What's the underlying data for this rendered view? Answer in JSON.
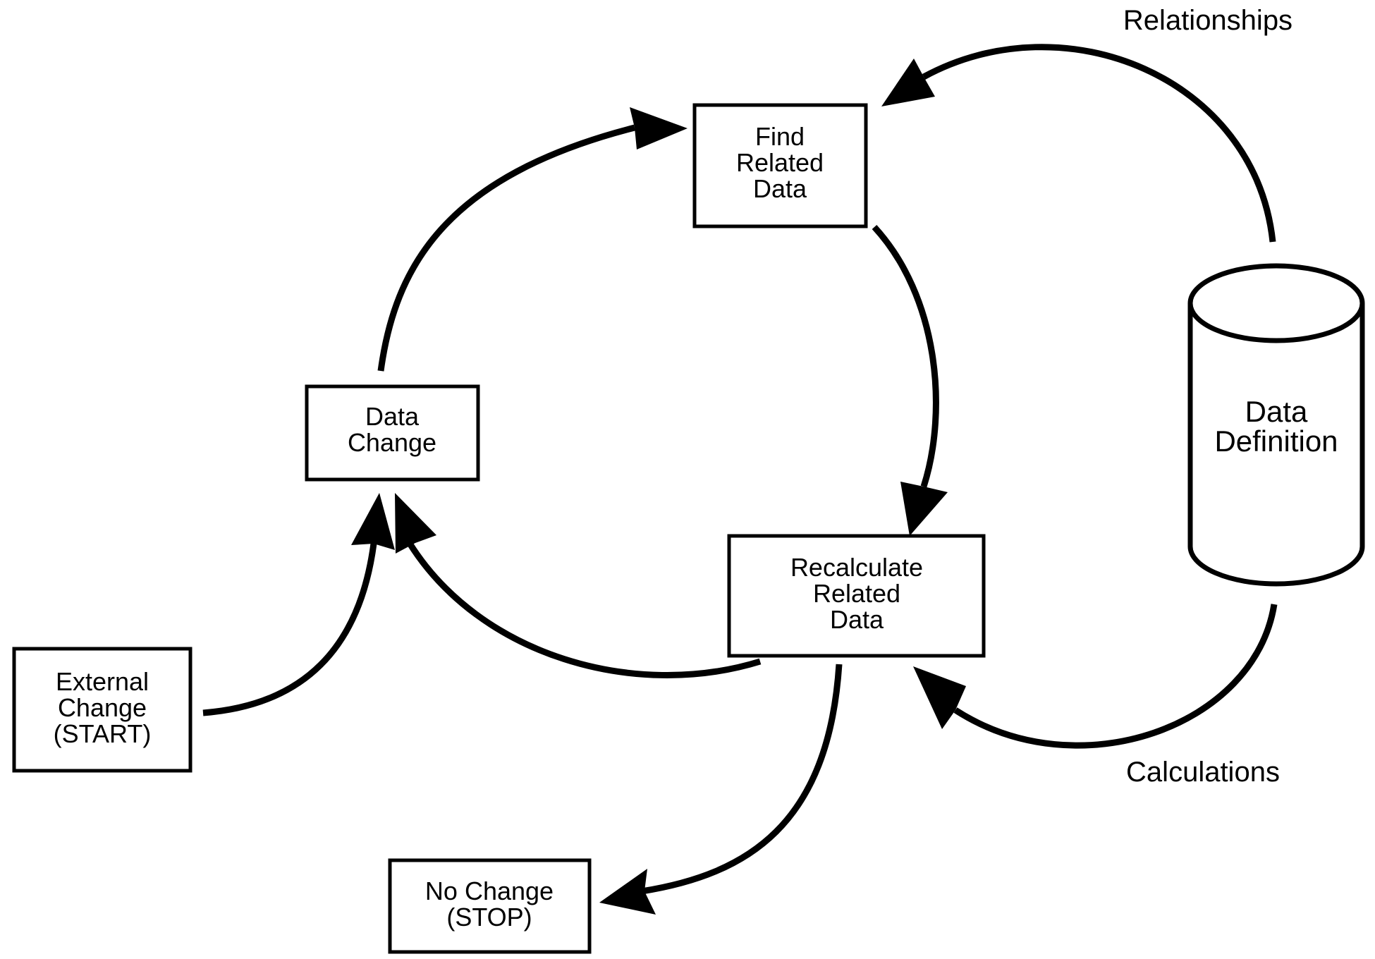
{
  "nodes": {
    "find_related": {
      "lines": [
        "Find",
        "Related",
        "Data"
      ]
    },
    "data_change": {
      "lines": [
        "Data",
        "Change"
      ]
    },
    "recalculate": {
      "lines": [
        "Recalculate",
        "Related",
        "Data"
      ]
    },
    "external_change": {
      "lines": [
        "External",
        "Change",
        "(START)"
      ]
    },
    "no_change": {
      "lines": [
        "No Change",
        "(STOP)"
      ]
    },
    "data_definition": {
      "lines": [
        "Data",
        "Definition"
      ]
    }
  },
  "edge_labels": {
    "relationships": "Relationships",
    "calculations": "Calculations"
  },
  "colors": {
    "stroke": "#000000",
    "background": "#ffffff"
  }
}
